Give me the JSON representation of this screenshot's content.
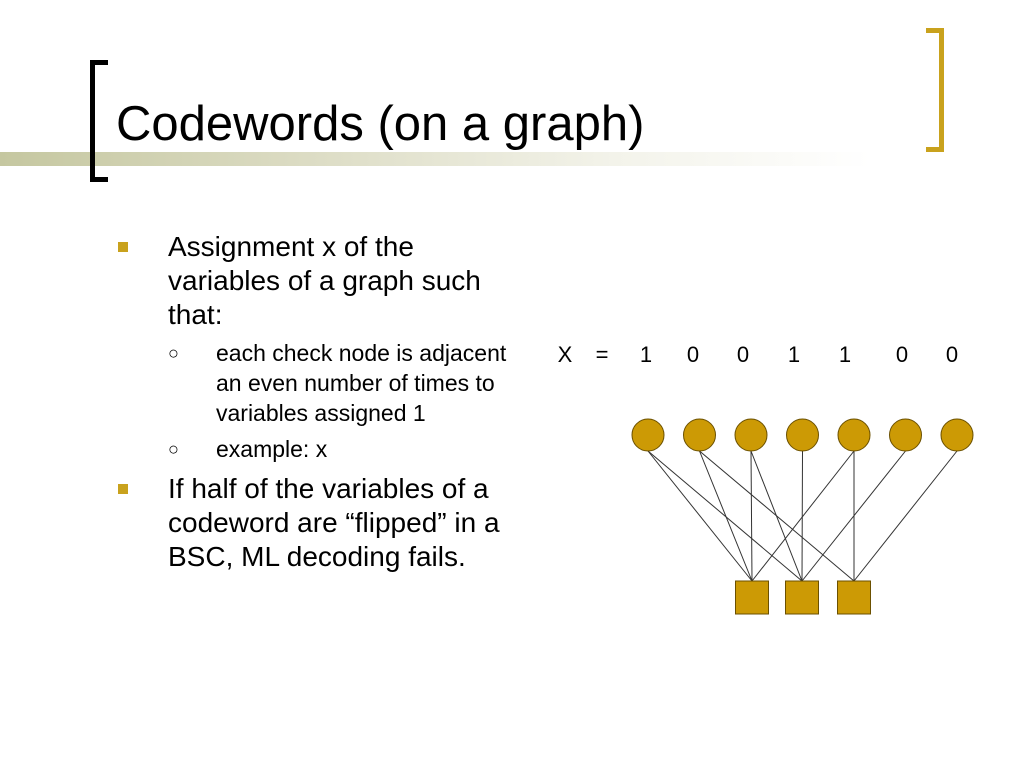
{
  "slide": {
    "title": "Codewords (on a graph)"
  },
  "bullets": {
    "b1_marker": "■",
    "b1_text": "Assignment x of the variables of a graph such that:",
    "b1a_marker": "○",
    "b1a_text": "each check node is adjacent an even number of times to variables assigned 1",
    "b1b_marker": "○",
    "b1b_text": "example: x",
    "b2_marker": "■",
    "b2_text": "If half of the variables of a codeword are “flipped” in a BSC, ML decoding fails."
  },
  "codeword": {
    "label": "X",
    "equals": "=",
    "bits": [
      "1",
      "0",
      "0",
      "1",
      "1",
      "0",
      "0"
    ]
  },
  "graph": {
    "variable_count": 7,
    "check_count": 3,
    "edges": [
      [
        0,
        0
      ],
      [
        0,
        1
      ],
      [
        1,
        0
      ],
      [
        1,
        2
      ],
      [
        2,
        0
      ],
      [
        2,
        1
      ],
      [
        3,
        1
      ],
      [
        4,
        0
      ],
      [
        4,
        2
      ],
      [
        5,
        1
      ],
      [
        6,
        2
      ]
    ]
  },
  "colors": {
    "accent": "#c9a21d",
    "node_fill": "#cc9a05",
    "node_stroke": "#6b5000",
    "edge": "#333333"
  }
}
